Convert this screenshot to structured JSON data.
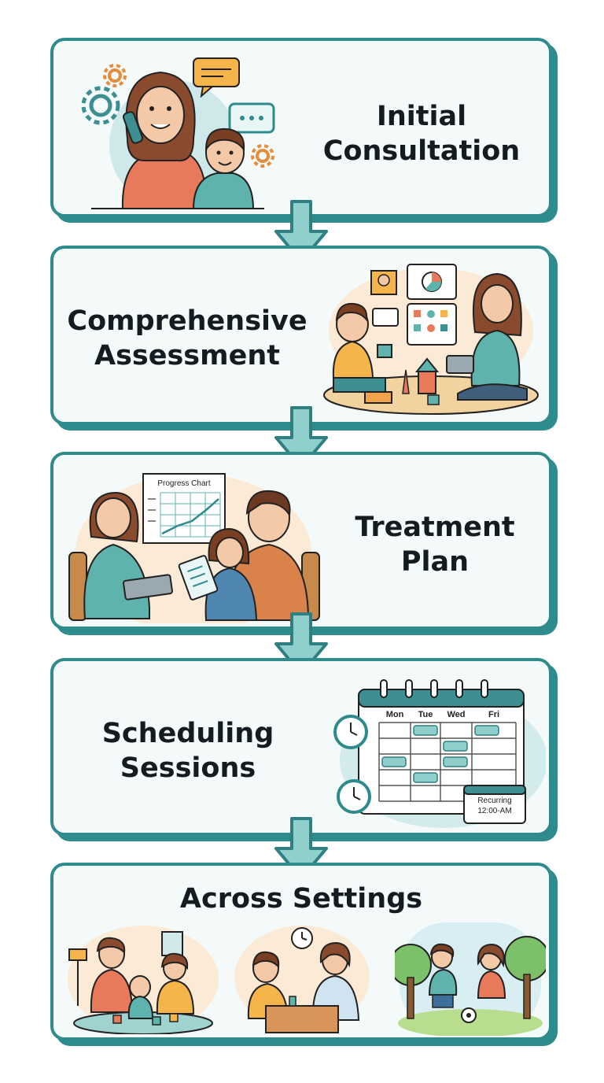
{
  "steps": [
    {
      "title_line1": "Initial",
      "title_line2": "Consultation"
    },
    {
      "title_line1": "Comprehensive",
      "title_line2": "Assessment"
    },
    {
      "title_line1": "Treatment",
      "title_line2": "Plan"
    },
    {
      "title_line1": "Scheduling",
      "title_line2": "Sessions"
    },
    {
      "title": "Across Settings"
    }
  ],
  "illustrations": {
    "progress_chart_label": "Progress Chart",
    "calendar_days": [
      "Mon",
      "Tue",
      "Wed",
      "Fri"
    ],
    "recurring_label_line1": "Recurring",
    "recurring_label_line2": "12:00-AM"
  },
  "colors": {
    "border": "#2f8a8c",
    "card_bg": "#f4fafa",
    "arrow_fill": "#8fcfcc",
    "accent_teal": "#4fb3ae",
    "accent_orange": "#f0a948"
  }
}
